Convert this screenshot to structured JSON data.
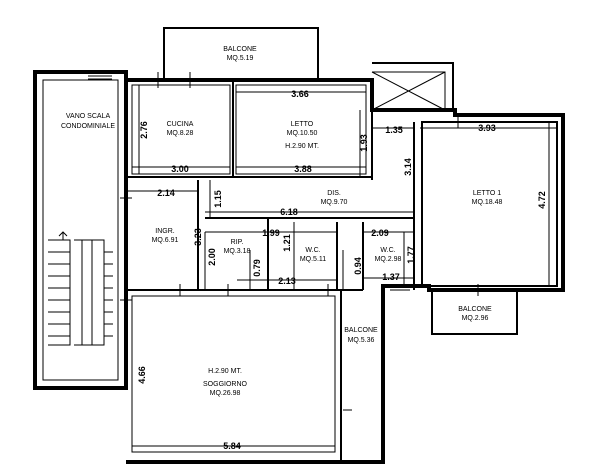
{
  "rooms": {
    "balcone_top": {
      "name": "BALCONE",
      "area": "MQ.5.19"
    },
    "vano_scala": {
      "line1": "VANO SCALA",
      "line2": "CONDOMINIALE"
    },
    "cucina": {
      "name": "CUCINA",
      "area": "MQ.8.28"
    },
    "letto": {
      "name": "LETTO",
      "area": "MQ.10.50",
      "height": "H.2.90 MT."
    },
    "dis": {
      "name": "DIS.",
      "area": "MQ.9.70"
    },
    "letto1": {
      "name": "LETTO 1",
      "area": "MQ.18.48"
    },
    "ingr": {
      "name": "INGR.",
      "area": "MQ.6.91"
    },
    "rip": {
      "name": "RIP.",
      "area": "MQ.3.18"
    },
    "wc1": {
      "name": "W.C.",
      "area": "MQ.5.11"
    },
    "wc2": {
      "name": "W.C.",
      "area": "MQ.2.98"
    },
    "balcone_right": {
      "name": "BALCONE",
      "area": "MQ.2.96"
    },
    "balcone_mid": {
      "name": "BALCONE",
      "area": "MQ.5.36"
    },
    "soggiorno": {
      "name": "SOGGIORNO",
      "area": "MQ.26.98",
      "height": "H.2.90 MT."
    }
  },
  "dimensions": {
    "d366": "3.66",
    "d276": "2.76",
    "d300": "3.00",
    "d388": "3.88",
    "d193": "1.93",
    "d135": "1.35",
    "d393": "3.93",
    "d314": "3.14",
    "d472": "4.72",
    "d214": "2.14",
    "d115": "1.15",
    "d618": "6.18",
    "d323": "3.23",
    "d199": "1.99",
    "d209": "2.09",
    "d177": "1.77",
    "d200": "2.00",
    "d121": "1.21",
    "d079": "0.79",
    "d094": "0.94",
    "d137": "1.37",
    "d213": "2.13",
    "d466": "4.66",
    "d584": "5.84"
  }
}
